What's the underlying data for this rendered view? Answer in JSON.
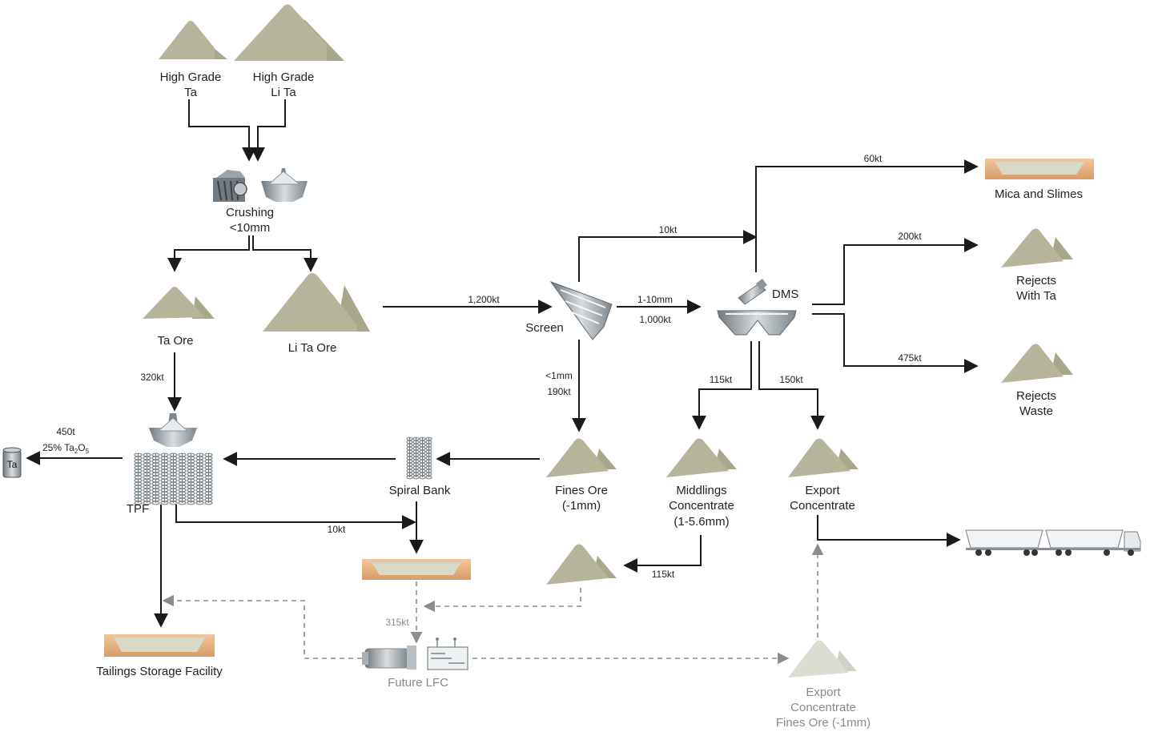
{
  "colors": {
    "pile": "#b6b49a",
    "pile_faded": "#dcdcd2",
    "line": "#1a1a1a",
    "dashed": "#8c8c8c",
    "pond_fill": "#e4b487",
    "equipment": "#8e969c"
  },
  "nodes": {
    "hg_ta": [
      "High Grade",
      "Ta"
    ],
    "hg_lita": [
      "High Grade",
      "Li Ta"
    ],
    "crushing": [
      "Crushing",
      "<10mm"
    ],
    "ta_ore": [
      "Ta Ore"
    ],
    "li_ta_ore": [
      "Li Ta Ore"
    ],
    "screen": [
      "Screen"
    ],
    "dms": [
      "DMS"
    ],
    "mica": [
      "Mica and Slimes"
    ],
    "rejects_ta": [
      "Rejects",
      "With Ta"
    ],
    "rejects_waste": [
      "Rejects",
      "Waste"
    ],
    "fines_ore": [
      "Fines Ore",
      "(-1mm)"
    ],
    "middlings": [
      "Middlings",
      "Concentrate",
      "(1-5.6mm)"
    ],
    "export": [
      "Export",
      "Concentrate"
    ],
    "spiral": [
      "Spiral Bank"
    ],
    "tpf": [
      "TPF"
    ],
    "tsf": [
      "Tailings Storage Facility"
    ],
    "lfc": [
      "Future LFC"
    ],
    "export_fines": [
      "Export",
      "Concentrate",
      "Fines Ore (-1mm)"
    ],
    "ta_drum": [
      "Ta"
    ]
  },
  "flows": {
    "f60": "60kt",
    "f10a": "10kt",
    "f200": "200kt",
    "f1200": "1,200kt",
    "f110": "1-10mm",
    "f1000": "1,000kt",
    "f475": "475kt",
    "f320": "320kt",
    "f1mm": "<1mm",
    "f190": "190kt",
    "f115a": "115kt",
    "f150": "150kt",
    "f450": "450t",
    "f25": "25% Ta",
    "f25_sub1": "2",
    "f25_o": "O",
    "f25_sub2": "5",
    "f10b": "10kt",
    "f115b": "115kt",
    "f315": "315kt"
  }
}
